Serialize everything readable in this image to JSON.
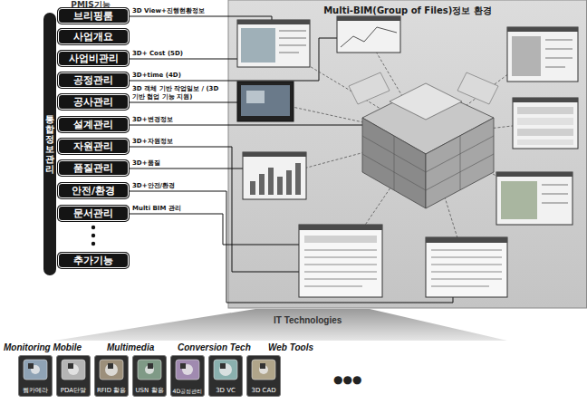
{
  "diagram": {
    "nodes": [
      {
        "text": [
          "PMIS기능"
        ]
      },
      {
        "text": [
          "통합정보관리"
        ],
        "in": 0
      },
      {
        "text": [
          "브리핑룸"
        ],
        "in": 0
      },
      {
        "text": [
          "사업개요"
        ],
        "in": 0
      },
      {
        "text": [
          "사업비관리"
        ],
        "in": 0
      },
      {
        "text": [
          "공정관리"
        ],
        "in": 0
      },
      {
        "text": [
          "공사관리"
        ],
        "in": 0
      },
      {
        "text": [
          "설계관리"
        ],
        "in": 0
      },
      {
        "text": [
          "자원관리"
        ],
        "in": 0
      },
      {
        "text": [
          "품질관리"
        ],
        "in": 0
      },
      {
        "text": [
          "안전/환경"
        ],
        "in": 0
      },
      {
        "text": [
          "문서관리"
        ],
        "in": 0
      },
      {
        "text": [
          "추가기능"
        ],
        "in": 0
      },
      {
        "text": [
          "Multi-BIM(Group of Files)정보 환경"
        ]
      },
      {
        "text": [
          "웹카메라"
        ]
      },
      {
        "text": [
          "PDA단말"
        ]
      },
      {
        "text": [
          "RFID 활용"
        ]
      },
      {
        "text": [
          "USN 활용"
        ]
      },
      {
        "text": [
          "4D공정관리"
        ]
      },
      {
        "text": [
          "3D VC"
        ]
      },
      {
        "text": [
          "3D CAD"
        ]
      }
    ],
    "labels": [
      "3D View+진행현황정보",
      "3D+ Cost (5D)",
      "3D+time (4D)",
      "3D 객체 기반 작업일보 / (3D 기반 협업 기능 지원)",
      "3D+변경정보",
      "3D+자원정보",
      "3D+품질",
      "3D+안전/환경",
      "Multi BIM 관리",
      "IT Technologies",
      "Monitoring Mobile",
      "Multimedia",
      "Conversion Tech",
      "Web Tools",
      "●●●"
    ]
  }
}
